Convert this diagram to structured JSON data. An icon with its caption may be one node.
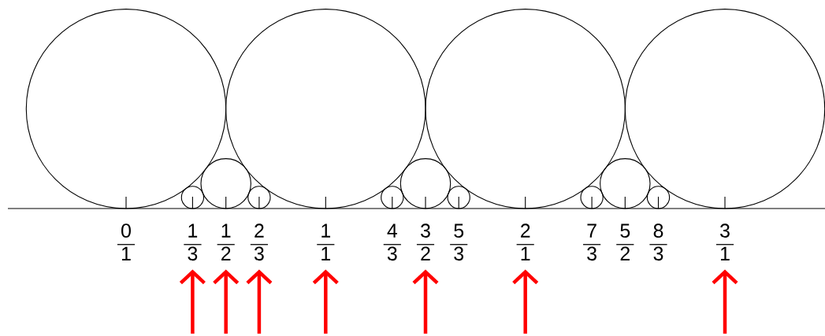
{
  "diagram": {
    "nodes": [
      {
        "text": [
          "0",
          "1"
        ]
      },
      {
        "text": [
          "1",
          "3"
        ]
      },
      {
        "text": [
          "1",
          "2"
        ]
      },
      {
        "text": [
          "2",
          "3"
        ]
      },
      {
        "text": [
          "1",
          "1"
        ]
      },
      {
        "text": [
          "4",
          "3"
        ]
      },
      {
        "text": [
          "3",
          "2"
        ]
      },
      {
        "text": [
          "5",
          "3"
        ]
      },
      {
        "text": [
          "2",
          "1"
        ]
      },
      {
        "text": [
          "7",
          "3"
        ]
      },
      {
        "text": [
          "5",
          "2"
        ]
      },
      {
        "text": [
          "8",
          "3"
        ]
      },
      {
        "text": [
          "3",
          "1"
        ]
      }
    ],
    "edges": [
      {
        "from": null,
        "to": 1,
        "arrow": "to"
      },
      {
        "from": null,
        "to": 2,
        "arrow": "to"
      },
      {
        "from": null,
        "to": 3,
        "arrow": "to"
      },
      {
        "from": null,
        "to": 4,
        "arrow": "to"
      },
      {
        "from": null,
        "to": 6,
        "arrow": "to"
      },
      {
        "from": null,
        "to": 8,
        "arrow": "to"
      },
      {
        "from": null,
        "to": 12,
        "arrow": "to"
      }
    ]
  }
}
